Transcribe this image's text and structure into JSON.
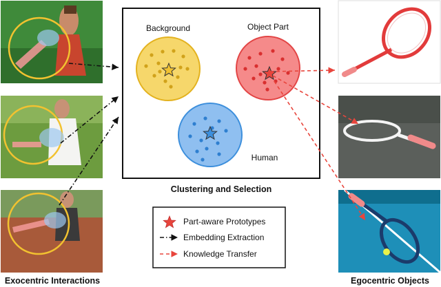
{
  "left_caption": "Exocentric Interactions",
  "right_caption": "Egocentric Objects",
  "center_caption": "Clustering and Selection",
  "clusters": {
    "background": {
      "label": "Background",
      "fill": "#f6d76b",
      "stroke": "#e3b21f",
      "dot": "#d1a21a"
    },
    "object_part": {
      "label": "Object Part",
      "fill": "#f58a8a",
      "stroke": "#e24545",
      "dot": "#d92f2f"
    },
    "human": {
      "label": "Human",
      "fill": "#8fbff0",
      "stroke": "#3d8fdc",
      "dot": "#2e7fd0"
    }
  },
  "legend": {
    "items": [
      {
        "label": "Part-aware Prototypes",
        "icon": "star-icon"
      },
      {
        "label": "Embedding Extraction",
        "icon": "dash-dot-arrow-icon"
      },
      {
        "label": "Knowledge Transfer",
        "icon": "dashed-red-arrow-icon"
      }
    ]
  },
  "colors": {
    "transfer": "#e8453c",
    "extraction": "#111111",
    "highlight_circle": "#f2c230"
  }
}
